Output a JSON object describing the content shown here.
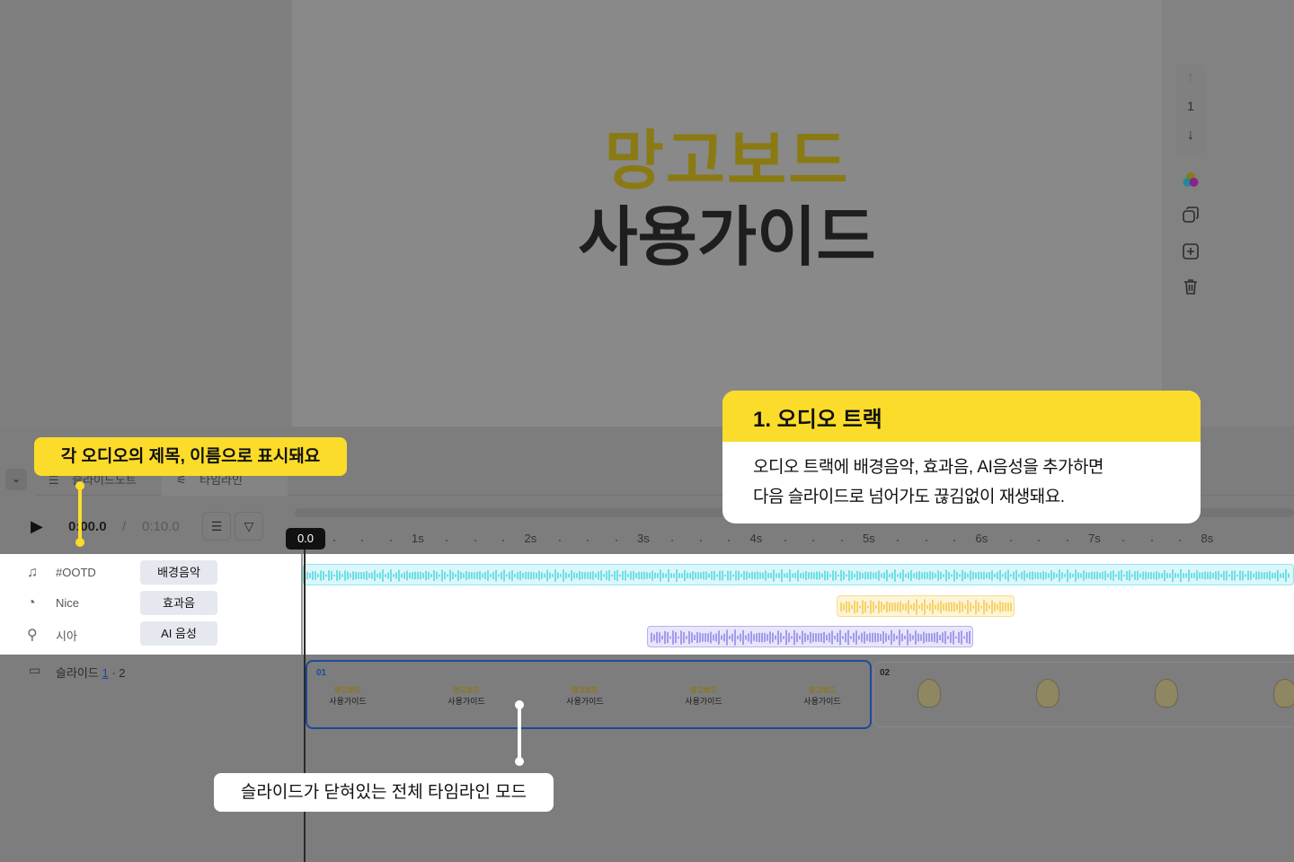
{
  "canvas": {
    "title_line1": "망고보드",
    "title_line2": "사용가이드"
  },
  "right_toolbar": {
    "page_number": "1",
    "up_icon": "arrow-up-icon",
    "down_icon": "arrow-down-icon"
  },
  "tabs": [
    {
      "label": "슬라이드노트"
    },
    {
      "label": "타임라인"
    }
  ],
  "controls": {
    "current_time": "0:00.0",
    "separator": "/",
    "total_time": "0:10.0",
    "playhead_label": "0.0"
  },
  "ruler": [
    "1s",
    "2s",
    "3s",
    "4s",
    "5s",
    "6s",
    "7s",
    "8s"
  ],
  "tracks": [
    {
      "icon": "music-note-icon",
      "name": "#OOTD",
      "tag": "배경음악",
      "color": "#4dd6e0"
    },
    {
      "icon": "sound-effect-icon",
      "name": "Nice",
      "tag": "효과음",
      "color": "#f5c842"
    },
    {
      "icon": "microphone-icon",
      "name": "시아",
      "tag": "AI 음성",
      "color": "#8a84e8"
    }
  ],
  "slides_row": {
    "label": "슬라이드",
    "current": "1",
    "separator": "·",
    "total": "2",
    "slide1_number": "01",
    "slide2_number": "02",
    "thumb_line1": "망고보드",
    "thumb_line2": "사용가이드"
  },
  "callouts": {
    "left": "각 오디오의 제목, 이름으로 표시돼요",
    "right_title": "1. 오디오 트랙",
    "right_body_line1": "오디오 트랙에 배경음악, 효과음, AI음성을 추가하면",
    "right_body_line2": "다음 슬라이드로 넘어가도 끊김없이 재생돼요.",
    "bottom": "슬라이드가 닫혀있는 전체 타임라인 모드"
  }
}
